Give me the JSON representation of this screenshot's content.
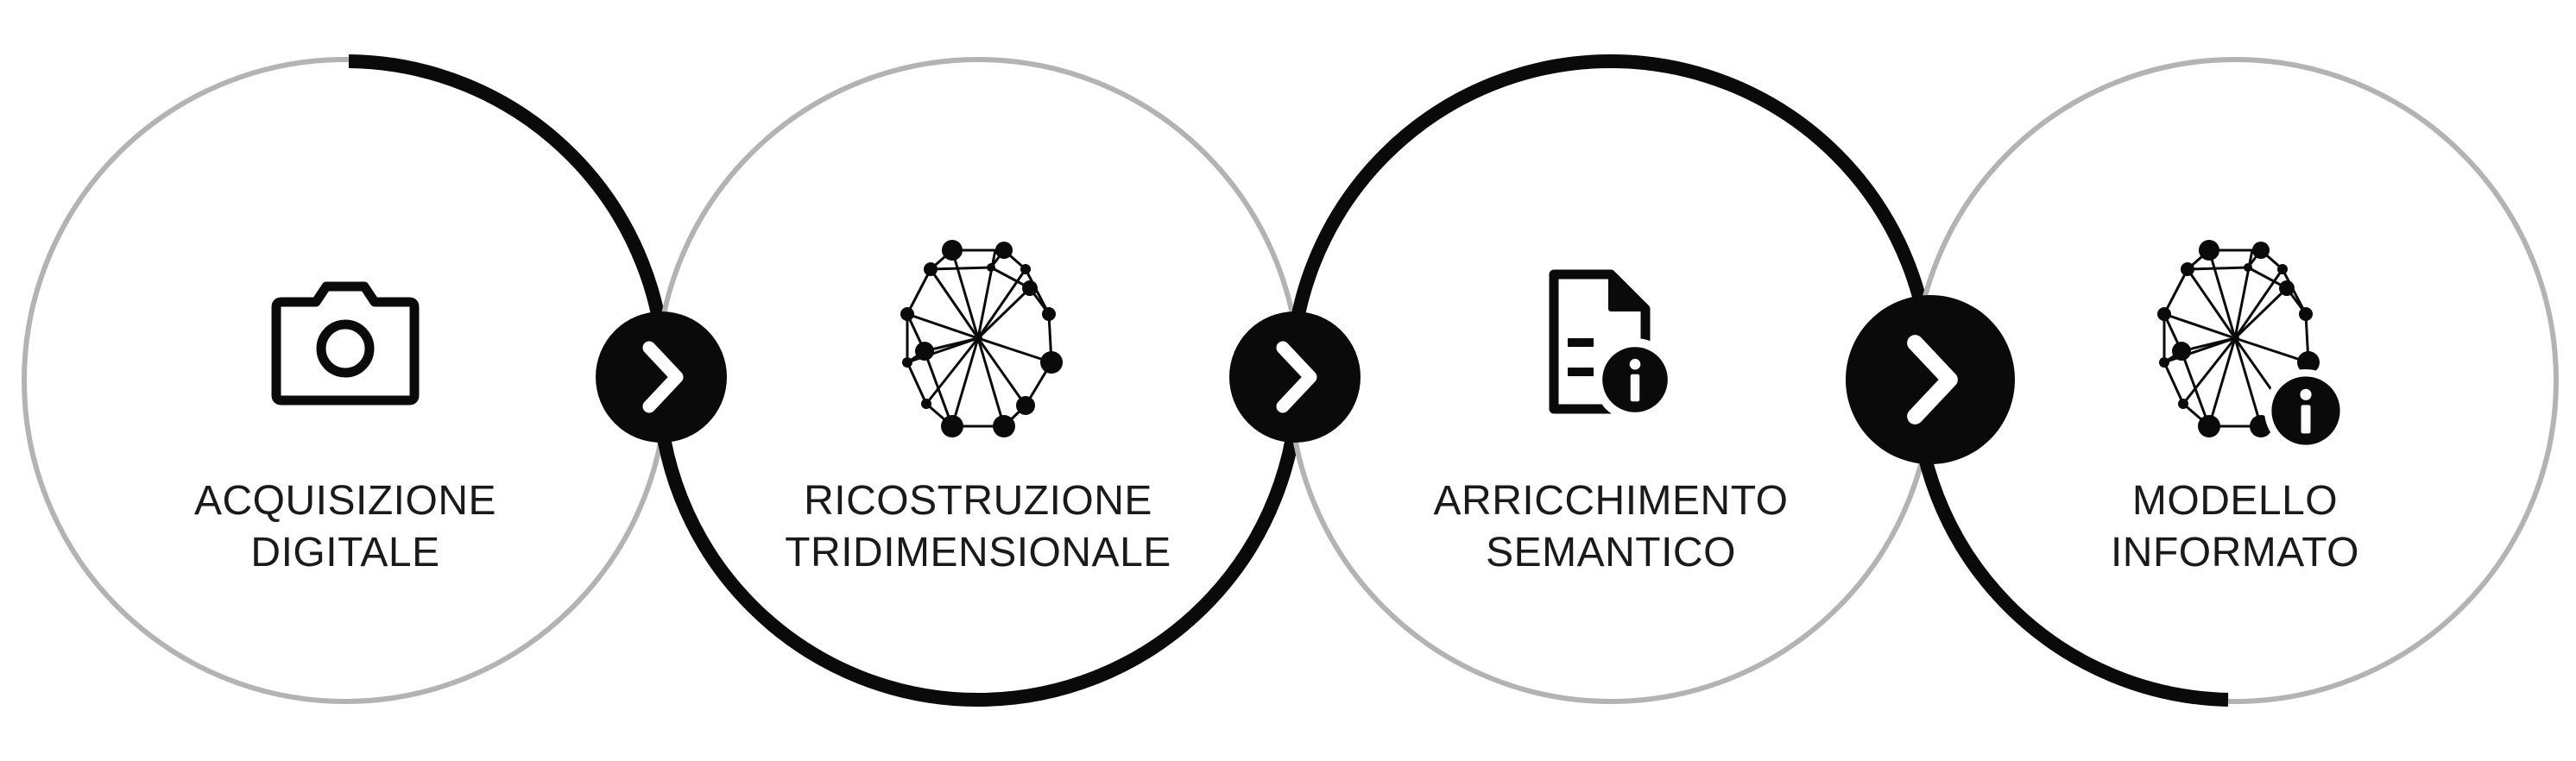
{
  "colors": {
    "ring_gray": "#b3b3b3",
    "ring_dark": "#0a0a0a",
    "icon": "#0a0a0a",
    "background": "#ffffff"
  },
  "steps": [
    {
      "line1": "ACQUISIZIONE",
      "line2": "DIGITALE",
      "icon": "camera-icon"
    },
    {
      "line1": "RICOSTRUZIONE",
      "line2": "TRIDIMENSIONALE",
      "icon": "network-mesh-icon"
    },
    {
      "line1": "ARRICCHIMENTO",
      "line2": "SEMANTICO",
      "icon": "document-info-icon"
    },
    {
      "line1": "MODELLO",
      "line2": "INFORMATO",
      "icon": "network-mesh-info-icon"
    }
  ],
  "connectors": [
    {
      "icon": "chevron-right-icon"
    },
    {
      "icon": "chevron-right-icon"
    },
    {
      "icon": "chevron-right-icon"
    }
  ]
}
